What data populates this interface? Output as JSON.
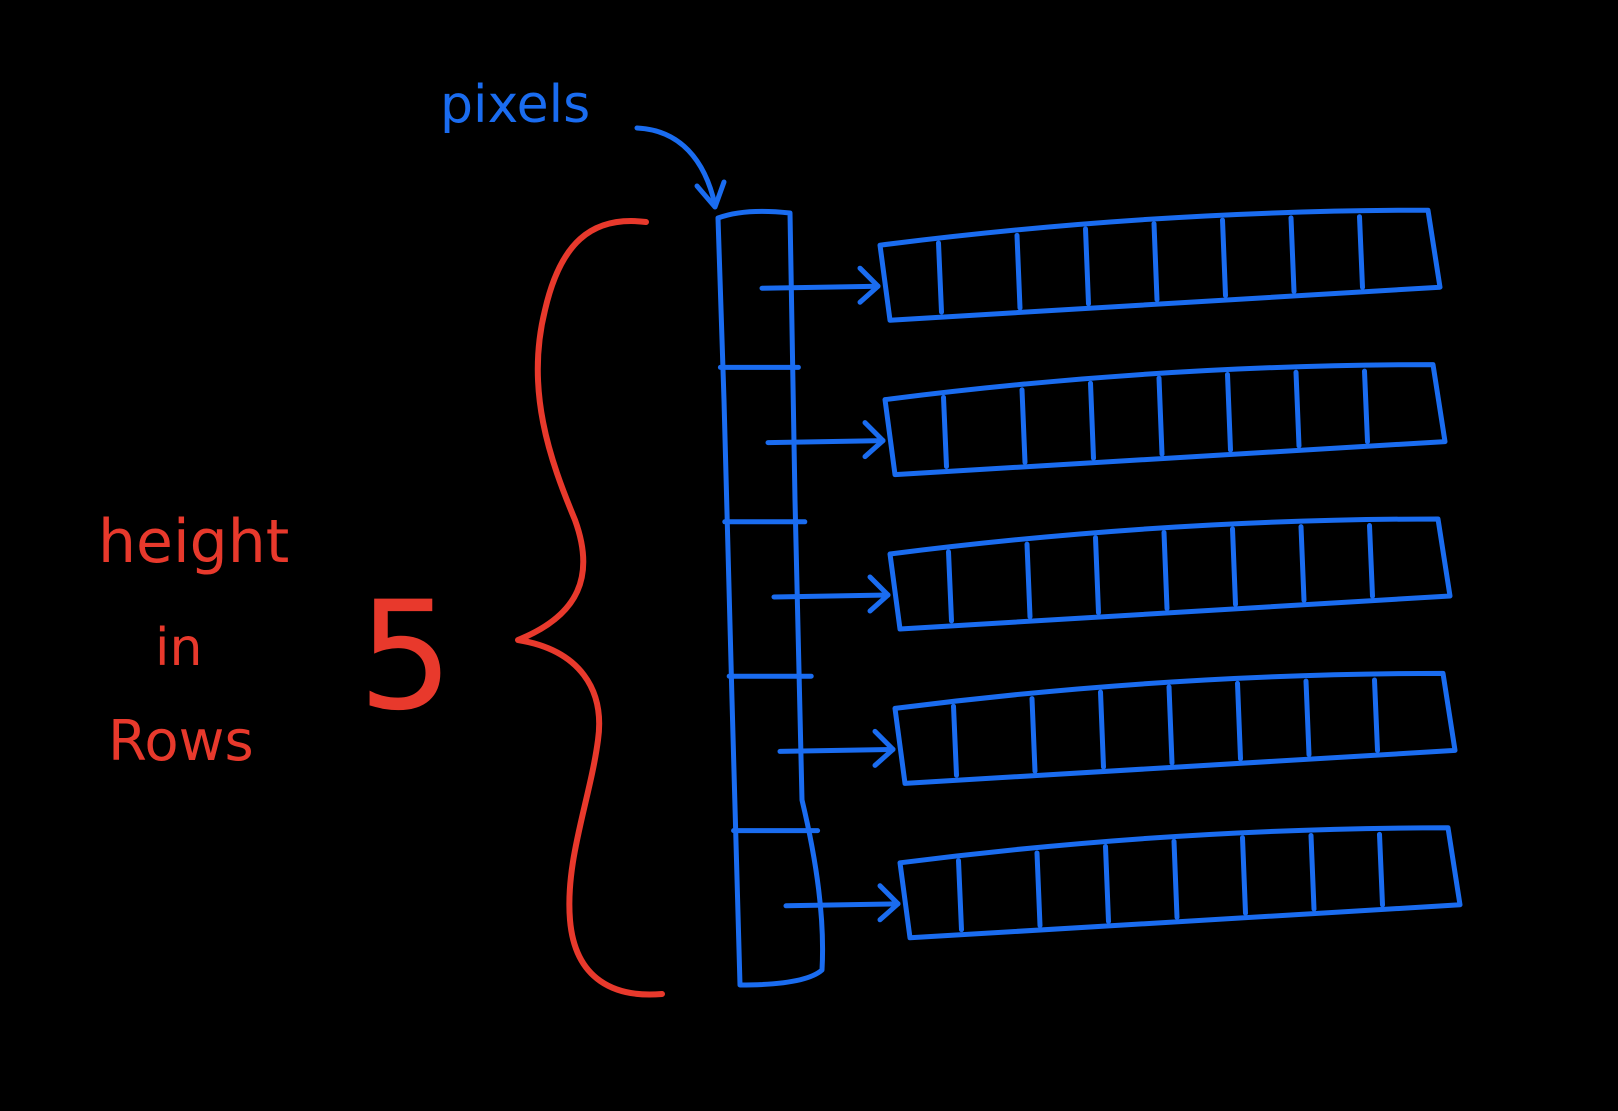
{
  "colors": {
    "background": "#000000",
    "blue": "#1a6cf0",
    "red": "#e8392c"
  },
  "labels": {
    "pixels": "pixels",
    "height_line1": "height",
    "height_line2": "in",
    "height_line3": "Rows",
    "row_count": "5"
  },
  "diagram": {
    "row_count": 5,
    "pixels_per_row": 8
  }
}
